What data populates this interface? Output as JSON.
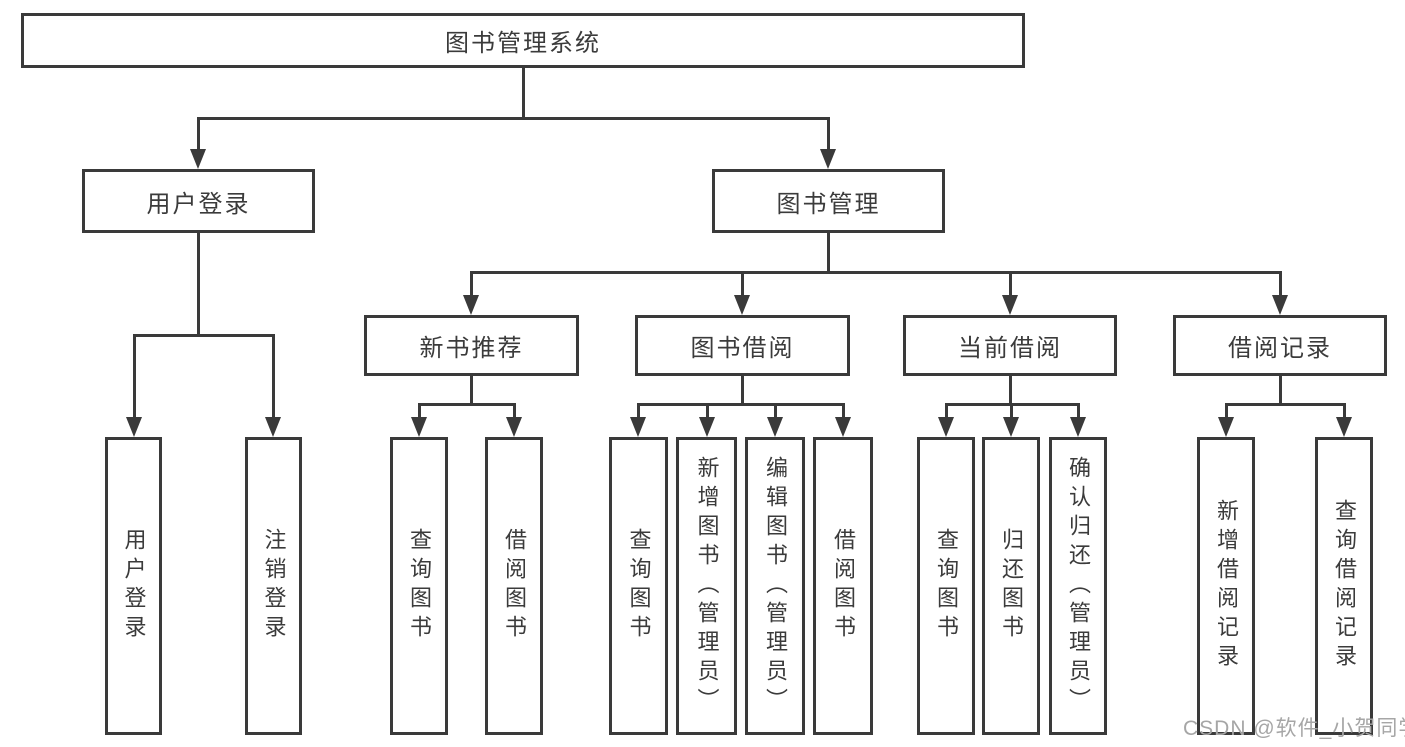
{
  "page": {
    "background": "#ffffff"
  },
  "colors": {
    "line": "#3a3a3a",
    "text": "#3b3b3b",
    "box_fill": "#ffffff",
    "watermark": "#a6a6a6"
  },
  "watermark": {
    "text": "CSDN @软件_小贺同学"
  },
  "nodes": {
    "root": {
      "label": "图书管理系统"
    },
    "user_login": {
      "label": "用户登录"
    },
    "book_mgmt": {
      "label": "图书管理"
    },
    "new_book_rec": {
      "label": "新书推荐"
    },
    "book_borrow": {
      "label": "图书借阅"
    },
    "current_borrow": {
      "label": "当前借阅"
    },
    "borrow_record": {
      "label": "借阅记录"
    },
    "leaf_user_login": {
      "label": "用户登录"
    },
    "leaf_logout": {
      "label": "注销登录"
    },
    "leaf_query_book_1": {
      "label": "查询图书"
    },
    "leaf_borrow_book_1": {
      "label": "借阅图书"
    },
    "leaf_query_book_2": {
      "label": "查询图书"
    },
    "leaf_add_book": {
      "label": "新增图书（管理员）"
    },
    "leaf_edit_book": {
      "label": "编辑图书（管理员）"
    },
    "leaf_borrow_book_2": {
      "label": "借阅图书"
    },
    "leaf_query_book_3": {
      "label": "查询图书"
    },
    "leaf_return_book": {
      "label": "归还图书"
    },
    "leaf_confirm_return": {
      "label": "确认归还（管理员）"
    },
    "leaf_add_record": {
      "label": "新增借阅记录"
    },
    "leaf_query_record": {
      "label": "查询借阅记录"
    }
  },
  "hierarchy": {
    "图书管理系统": {
      "用户登录": [
        "用户登录",
        "注销登录"
      ],
      "图书管理": {
        "新书推荐": [
          "查询图书",
          "借阅图书"
        ],
        "图书借阅": [
          "查询图书",
          "新增图书（管理员）",
          "编辑图书（管理员）",
          "借阅图书"
        ],
        "当前借阅": [
          "查询图书",
          "归还图书",
          "确认归还（管理员）"
        ],
        "借阅记录": [
          "新增借阅记录",
          "查询借阅记录"
        ]
      }
    }
  }
}
